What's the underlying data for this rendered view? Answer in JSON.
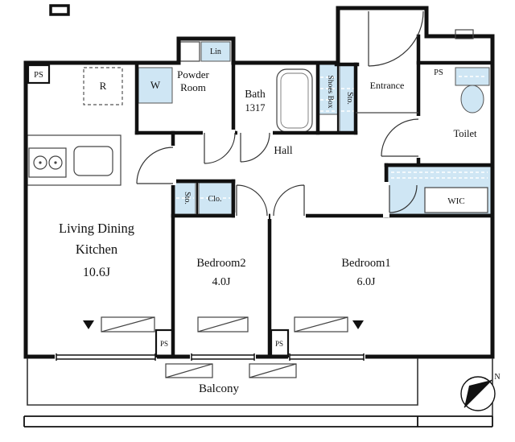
{
  "colors": {
    "wall": "#111111",
    "accent_fill": "#cfe6f4",
    "line": "#444444"
  },
  "rooms": {
    "ldk": {
      "name_line1": "Living Dining",
      "name_line2": "Kitchen",
      "area": "10.6J"
    },
    "bedroom1": {
      "name": "Bedroom1",
      "area": "6.0J"
    },
    "bedroom2": {
      "name": "Bedroom2",
      "area": "4.0J"
    },
    "powder": {
      "name_line1": "Powder",
      "name_line2": "Room"
    },
    "bath": {
      "name": "Bath",
      "size_code": "1317"
    },
    "hall": {
      "name": "Hall"
    },
    "entrance": {
      "name": "Entrance"
    },
    "toilet": {
      "name": "Toilet"
    },
    "wic": {
      "name": "WIC"
    },
    "balcony": {
      "name": "Balcony"
    }
  },
  "storage": {
    "shoes_box": "Shoes Box",
    "entrance_sto": "Sto.",
    "hall_sto": "Sto.",
    "closet": "Clo.",
    "linen": "Lin"
  },
  "appliances": {
    "washer": "W",
    "fridge": "R"
  },
  "pipe_space": {
    "top_left": "PS",
    "top_right": "PS",
    "bottom_left": "PS",
    "bottom_right": "PS"
  },
  "compass": {
    "north": "N"
  }
}
